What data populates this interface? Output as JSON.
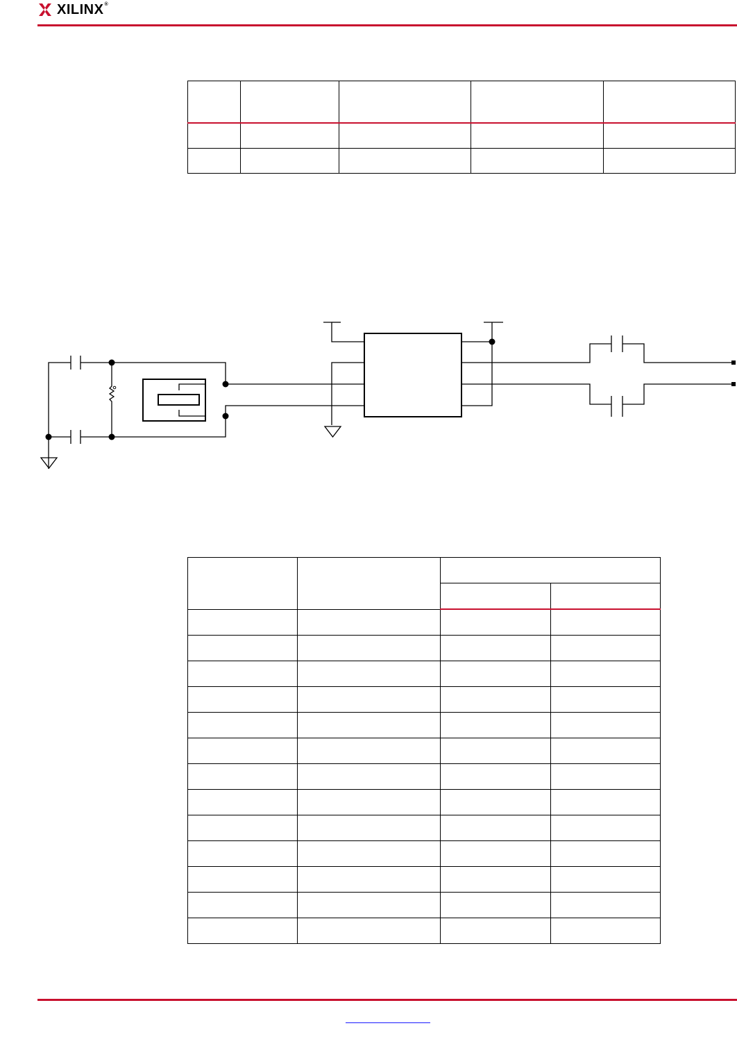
{
  "header": {
    "brand": "XILINX",
    "registered_mark": "®",
    "accent_color": "#c8102e"
  },
  "table_1": {
    "columns": 5,
    "rows": 3,
    "cells": [
      [
        "",
        "",
        "",
        "",
        ""
      ],
      [
        "",
        "",
        "",
        "",
        ""
      ],
      [
        "",
        "",
        "",
        "",
        ""
      ]
    ]
  },
  "schematic": {
    "components": [
      "capacitor",
      "capacitor",
      "resistor",
      "crystal",
      "oscillator-ic",
      "capacitor",
      "capacitor",
      "ground",
      "ground"
    ]
  },
  "table_2": {
    "columns": 4,
    "body_rows": 13,
    "cells": []
  },
  "footer": {
    "link_color": "#1a1aff"
  }
}
